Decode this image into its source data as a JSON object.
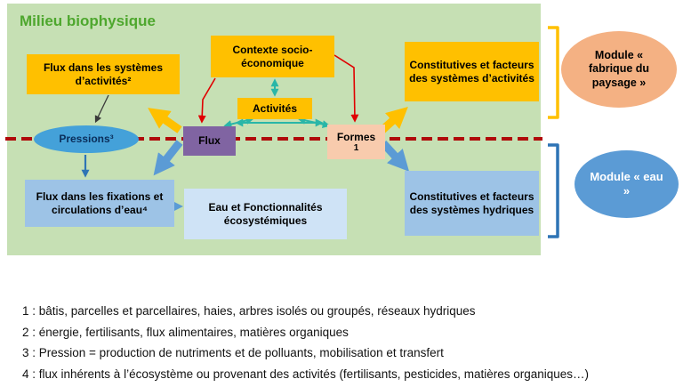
{
  "title": "Milieu biophysique",
  "nodes": {
    "flux_activites": "Flux dans les systèmes d’activités²",
    "contexte": "Contexte socio-économique",
    "activites": "Activités",
    "constitutives_activites": "Constitutives et facteurs des systèmes d’activités",
    "pressions": "Pressions³",
    "flux": "Flux",
    "formes": "Formes",
    "formes_index": "1",
    "flux_eau": "Flux dans les fixations et circulations d’eau⁴",
    "eau_fonctionnalites": "Eau et Fonctionnalités écosystémiques",
    "constitutives_hydriques": "Constitutives et facteurs des systèmes hydriques"
  },
  "modules": {
    "paysage": "Module « fabrique du paysage »",
    "eau": "Module « eau »"
  },
  "footnotes": [
    "1 : bâtis, parcelles et parcellaires, haies, arbres isolés ou groupés, réseaux hydriques",
    "2 : énergie, fertilisants, flux alimentaires, matières organiques",
    "3 : Pression = production de nutriments et de polluants, mobilisation et transfert",
    "4 : flux inhérents à l’écosystème ou provenant des activités (fertilisants, pesticides, matières organiques…)"
  ],
  "colors": {
    "panel_green": "#c6e0b4",
    "title_green": "#4ea72e",
    "accent_yellow": "#ffc000",
    "accent_purple": "#8064a2",
    "accent_peach": "#f8cbad",
    "accent_blue_light": "#9dc3e6",
    "accent_blue": "#5b9bd5",
    "accent_teal": "#29b6a8",
    "dashed_red": "#b00a0a",
    "module_orange": "#f4b183",
    "bracket_blue": "#2e74b5"
  }
}
